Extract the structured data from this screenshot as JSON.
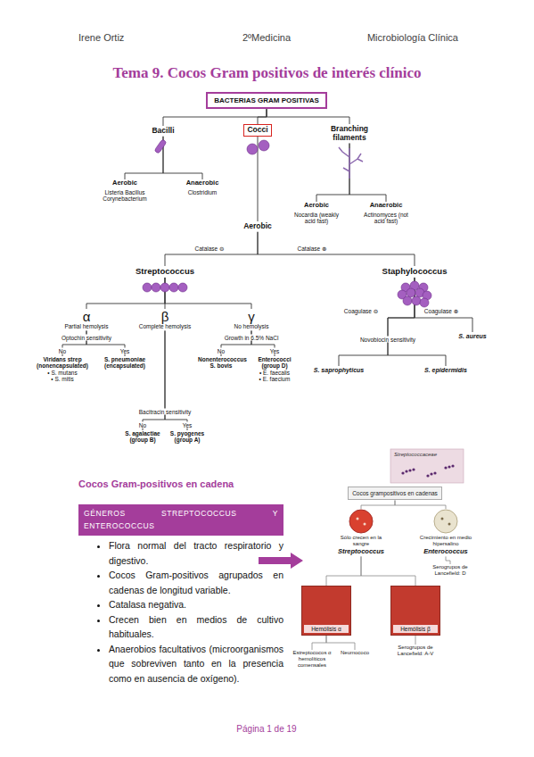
{
  "diagram": {
    "title": "Tema 9. Cocos Gram positivos de interés clínico",
    "nodes": [
      {
        "text": [
          "BACTERIAS GRAM POSITIVAS"
        ]
      },
      {
        "text": [
          "Bacilli"
        ]
      },
      {
        "text": [
          "Cocci"
        ]
      },
      {
        "text": [
          "Branching filaments"
        ]
      },
      {
        "text": [
          "Aerobic",
          "Listeria Bacillus Corynebacterium"
        ]
      },
      {
        "text": [
          "Anaerobic",
          "Clostridium"
        ]
      },
      {
        "text": [
          "Aerobic",
          "Nocardia (weakly acid fast)"
        ]
      },
      {
        "text": [
          "Anaerobic",
          "Actinomyces (not acid fast)"
        ]
      },
      {
        "text": [
          "Aerobic"
        ]
      },
      {
        "text": [
          "Streptococcus"
        ]
      },
      {
        "text": [
          "Staphylococcus"
        ]
      },
      {
        "text": [
          "α",
          "Partial hemolysis"
        ]
      },
      {
        "text": [
          "β",
          "Complete hemolysis"
        ]
      },
      {
        "text": [
          "γ",
          "No hemolysis"
        ]
      },
      {
        "text": [
          "Viridans strep (nonencapsulated)",
          "• S. mutans",
          "• S. mitis"
        ]
      },
      {
        "text": [
          "S. pneumoniae (encapsulated)"
        ]
      },
      {
        "text": [
          "Nonenterococcus S. bovis"
        ]
      },
      {
        "text": [
          "Enterococci (group D)",
          "• E. faecalis",
          "• E. faecium"
        ]
      },
      {
        "text": [
          "S. agalactiae (group B)"
        ]
      },
      {
        "text": [
          "S. pyogenes (group A)"
        ]
      },
      {
        "text": [
          "S. saprophyticus"
        ]
      },
      {
        "text": [
          "S. epidermidis"
        ]
      },
      {
        "text": [
          "S. aureus"
        ]
      },
      {
        "text": [
          "GÉNEROS STREPTOCOCCUS Y ENTEROCOCCUS"
        ]
      },
      {
        "text": [
          "Cocos grampositivos en cadenas"
        ]
      },
      {
        "text": [
          "Sólo crecen en la sangre",
          "Streptococcus"
        ]
      },
      {
        "text": [
          "Crecimiento en medio hipersalino",
          "Enterococcus"
        ]
      },
      {
        "text": [
          "Hemólisis α"
        ]
      },
      {
        "text": [
          "Hemólisis β"
        ]
      },
      {
        "text": [
          "Serogrupos de Lancefield: D"
        ]
      },
      {
        "text": [
          "Estreptococos α hemolíticos comensales"
        ]
      },
      {
        "text": [
          "Neumococo"
        ]
      },
      {
        "text": [
          "Serogrupos de Lancefield: A-V"
        ]
      }
    ],
    "edges": [
      {
        "from": 0,
        "to": 1,
        "arrow": "none"
      },
      {
        "from": 0,
        "to": 2,
        "arrow": "none"
      },
      {
        "from": 0,
        "to": 3,
        "arrow": "none"
      },
      {
        "from": 1,
        "to": 4,
        "arrow": "none"
      },
      {
        "from": 1,
        "to": 5,
        "arrow": "none"
      },
      {
        "from": 3,
        "to": 6,
        "arrow": "none"
      },
      {
        "from": 3,
        "to": 7,
        "arrow": "none"
      },
      {
        "from": 2,
        "to": 8,
        "arrow": "none"
      },
      {
        "from": 8,
        "to": 9,
        "label": "Catalase ⊖",
        "arrow": "none"
      },
      {
        "from": 8,
        "to": 10,
        "label": "Catalase ⊕",
        "arrow": "none"
      },
      {
        "from": 9,
        "to": 11,
        "arrow": "none"
      },
      {
        "from": 9,
        "to": 12,
        "arrow": "none"
      },
      {
        "from": 9,
        "to": 13,
        "arrow": "none"
      },
      {
        "from": 11,
        "to": 14,
        "label": "No",
        "arrow": "none"
      },
      {
        "from": 11,
        "to": 15,
        "label": "Yes",
        "arrow": "none"
      },
      {
        "from": 12,
        "to": 18,
        "label": "No",
        "arrow": "none"
      },
      {
        "from": 12,
        "to": 19,
        "label": "Yes",
        "arrow": "none"
      },
      {
        "from": 13,
        "to": 16,
        "label": "No",
        "arrow": "none"
      },
      {
        "from": 13,
        "to": 17,
        "label": "Yes",
        "arrow": "none"
      },
      {
        "from": 10,
        "to": 20,
        "arrow": "none"
      },
      {
        "from": 10,
        "to": 21,
        "arrow": "none"
      },
      {
        "from": 10,
        "to": 22,
        "label": "Coagulase ⊕",
        "arrow": "none"
      },
      {
        "from": 24,
        "to": 25,
        "arrow": "none"
      },
      {
        "from": 24,
        "to": 26,
        "arrow": "none"
      },
      {
        "from": 26,
        "to": 29,
        "arrow": "none"
      },
      {
        "from": 25,
        "to": 27,
        "arrow": "none"
      },
      {
        "from": 25,
        "to": 28,
        "arrow": "none"
      },
      {
        "from": 27,
        "to": 30,
        "arrow": "none"
      },
      {
        "from": 27,
        "to": 31,
        "arrow": "none"
      },
      {
        "from": 28,
        "to": 32,
        "arrow": "none"
      }
    ],
    "labels": [
      "Irene Ortiz",
      "2ºMedicina",
      "Microbiología Clínica",
      "Optochin sensitivity",
      "Growth in 6.5% NaCl",
      "Bacitracin sensitivity",
      "Coagulase ⊖",
      "Novobiocin sensitivity",
      "Cocos Gram-positivos en cadena",
      "Flora normal del tracto respiratorio y digestivo.",
      "Cocos Gram-positivos agrupados en cadenas de longitud variable.",
      "Catalasa negativa.",
      "Crecen bien en medios de cultivo habituales.",
      "Anaerobios facultativos (microorganismos que sobreviven tanto en la presencia como en ausencia de oxígeno).",
      "Streptococcaceae",
      "Página 1 de 19"
    ]
  }
}
